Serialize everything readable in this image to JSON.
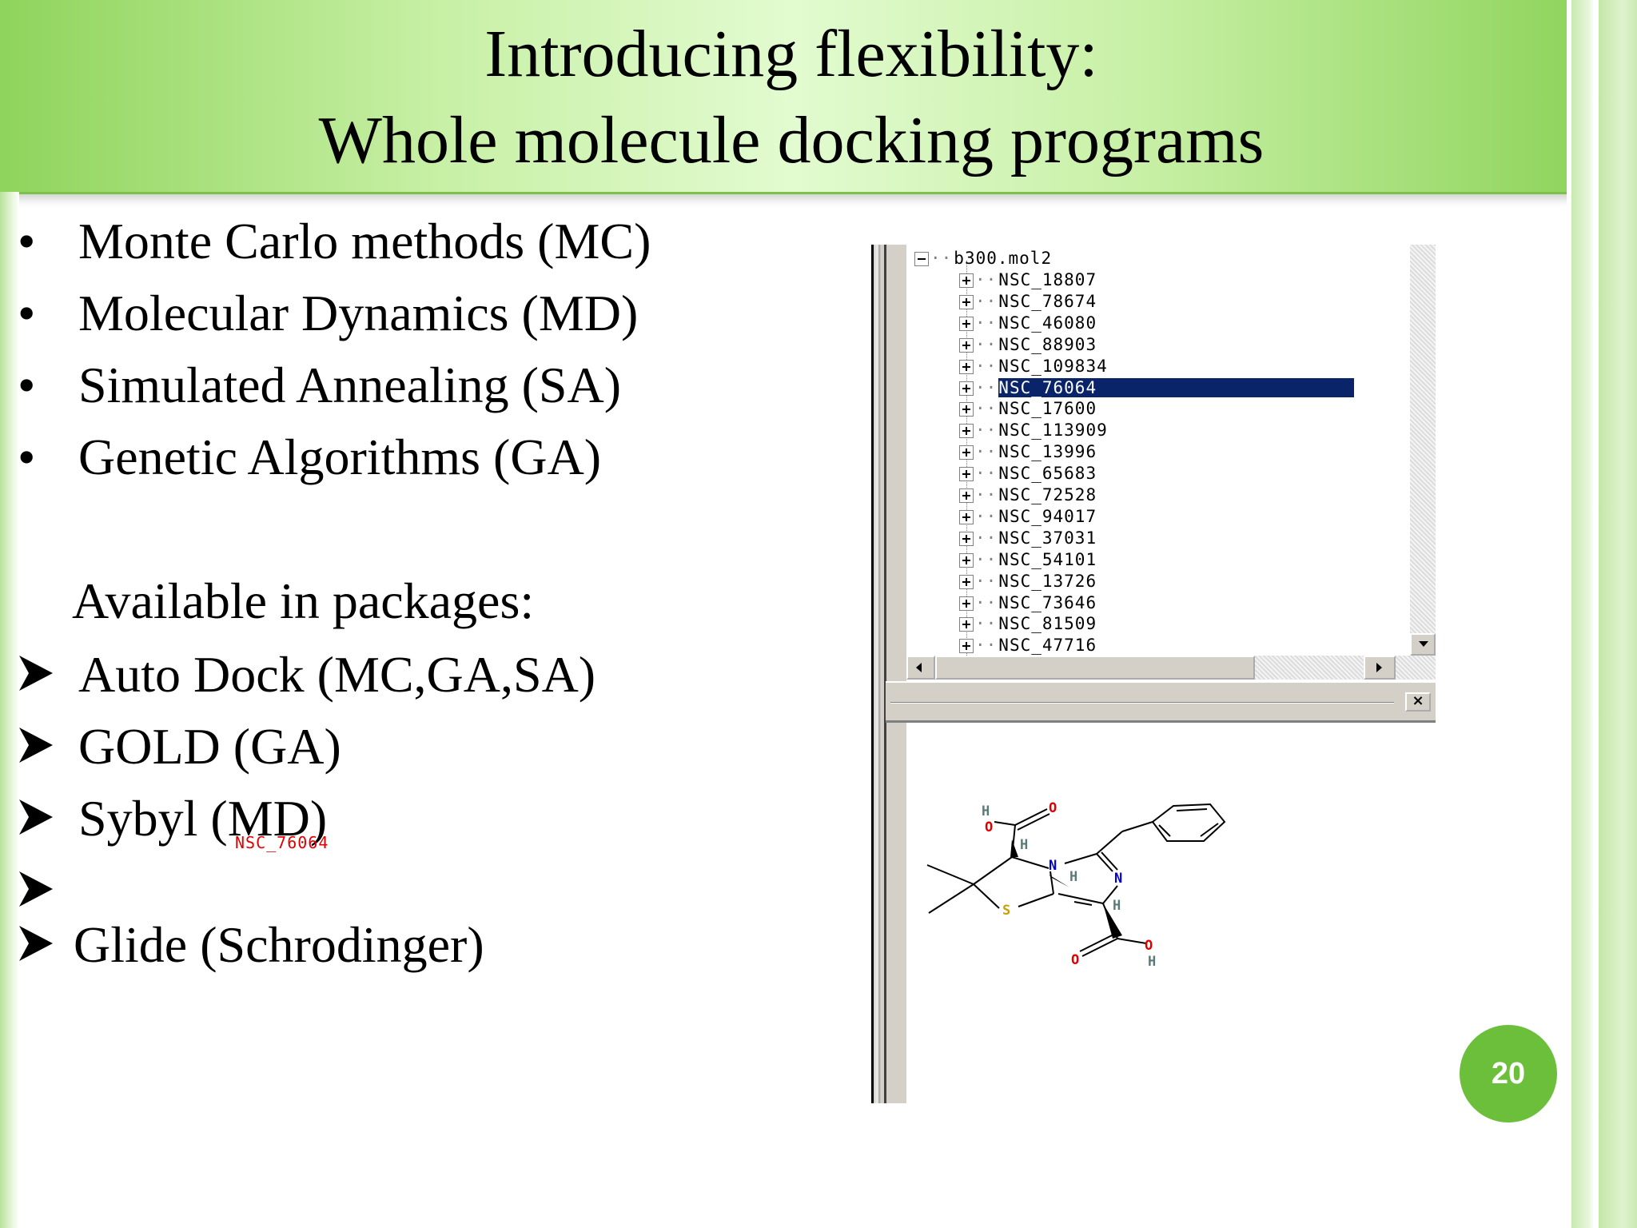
{
  "slide": {
    "title_line1": "Introducing flexibility:",
    "title_line2": "Whole molecule docking programs",
    "page_number": "20"
  },
  "methods": [
    {
      "bullet": "•",
      "text": "Monte Carlo methods (MC)"
    },
    {
      "bullet": "•",
      "text": "Molecular Dynamics (MD)"
    },
    {
      "bullet": "•",
      "text": "Simulated Annealing (SA)"
    },
    {
      "bullet": "•",
      "text": "Genetic Algorithms (GA)"
    }
  ],
  "packages_heading": "Available in packages:",
  "packages": [
    {
      "text": "Auto Dock (MC,GA,SA)"
    },
    {
      "text": "GOLD (GA)"
    },
    {
      "text": "Sybyl (MD)"
    },
    {
      "text": ""
    },
    {
      "text": "Glide (Schrodinger)"
    }
  ],
  "screenshot": {
    "tree_root": "b300.mol2",
    "tree_items": [
      "NSC_18807",
      "NSC_78674",
      "NSC_46080",
      "NSC_88903",
      "NSC_109834",
      "NSC_76064",
      "NSC_17600",
      "NSC_113909",
      "NSC_13996",
      "NSC_65683",
      "NSC_72528",
      "NSC_94017",
      "NSC_37031",
      "NSC_54101",
      "NSC_13726",
      "NSC_73646",
      "NSC_81509",
      "NSC_47716"
    ],
    "selected_item": "NSC_76064",
    "close_glyph": "×",
    "molecule_caption": "NSC_76064",
    "atom_labels": {
      "h_top": "H",
      "o_top_left": "O",
      "o_top_right": "O",
      "h_c": "H",
      "n_ring": "N",
      "h_ring": "H",
      "n_right": "N",
      "s": "S",
      "h_right": "H",
      "o_bottom": "O",
      "o_bottom_right": "O",
      "h_bottom": "H"
    }
  },
  "colors": {
    "title_green": "#8fd45c",
    "badge_green": "#6cbf3a",
    "selection_blue": "#0a246a",
    "oxygen_red": "#e00000",
    "nitrogen_blue": "#0000d0",
    "sulfur_yellow": "#c8a000",
    "hydrogen_gray": "#5a7a7a"
  },
  "icons": {
    "bullet_arrow": "arrowhead-bullet-icon",
    "tree_expand": "plus-box-icon",
    "tree_collapse": "minus-box-icon"
  }
}
